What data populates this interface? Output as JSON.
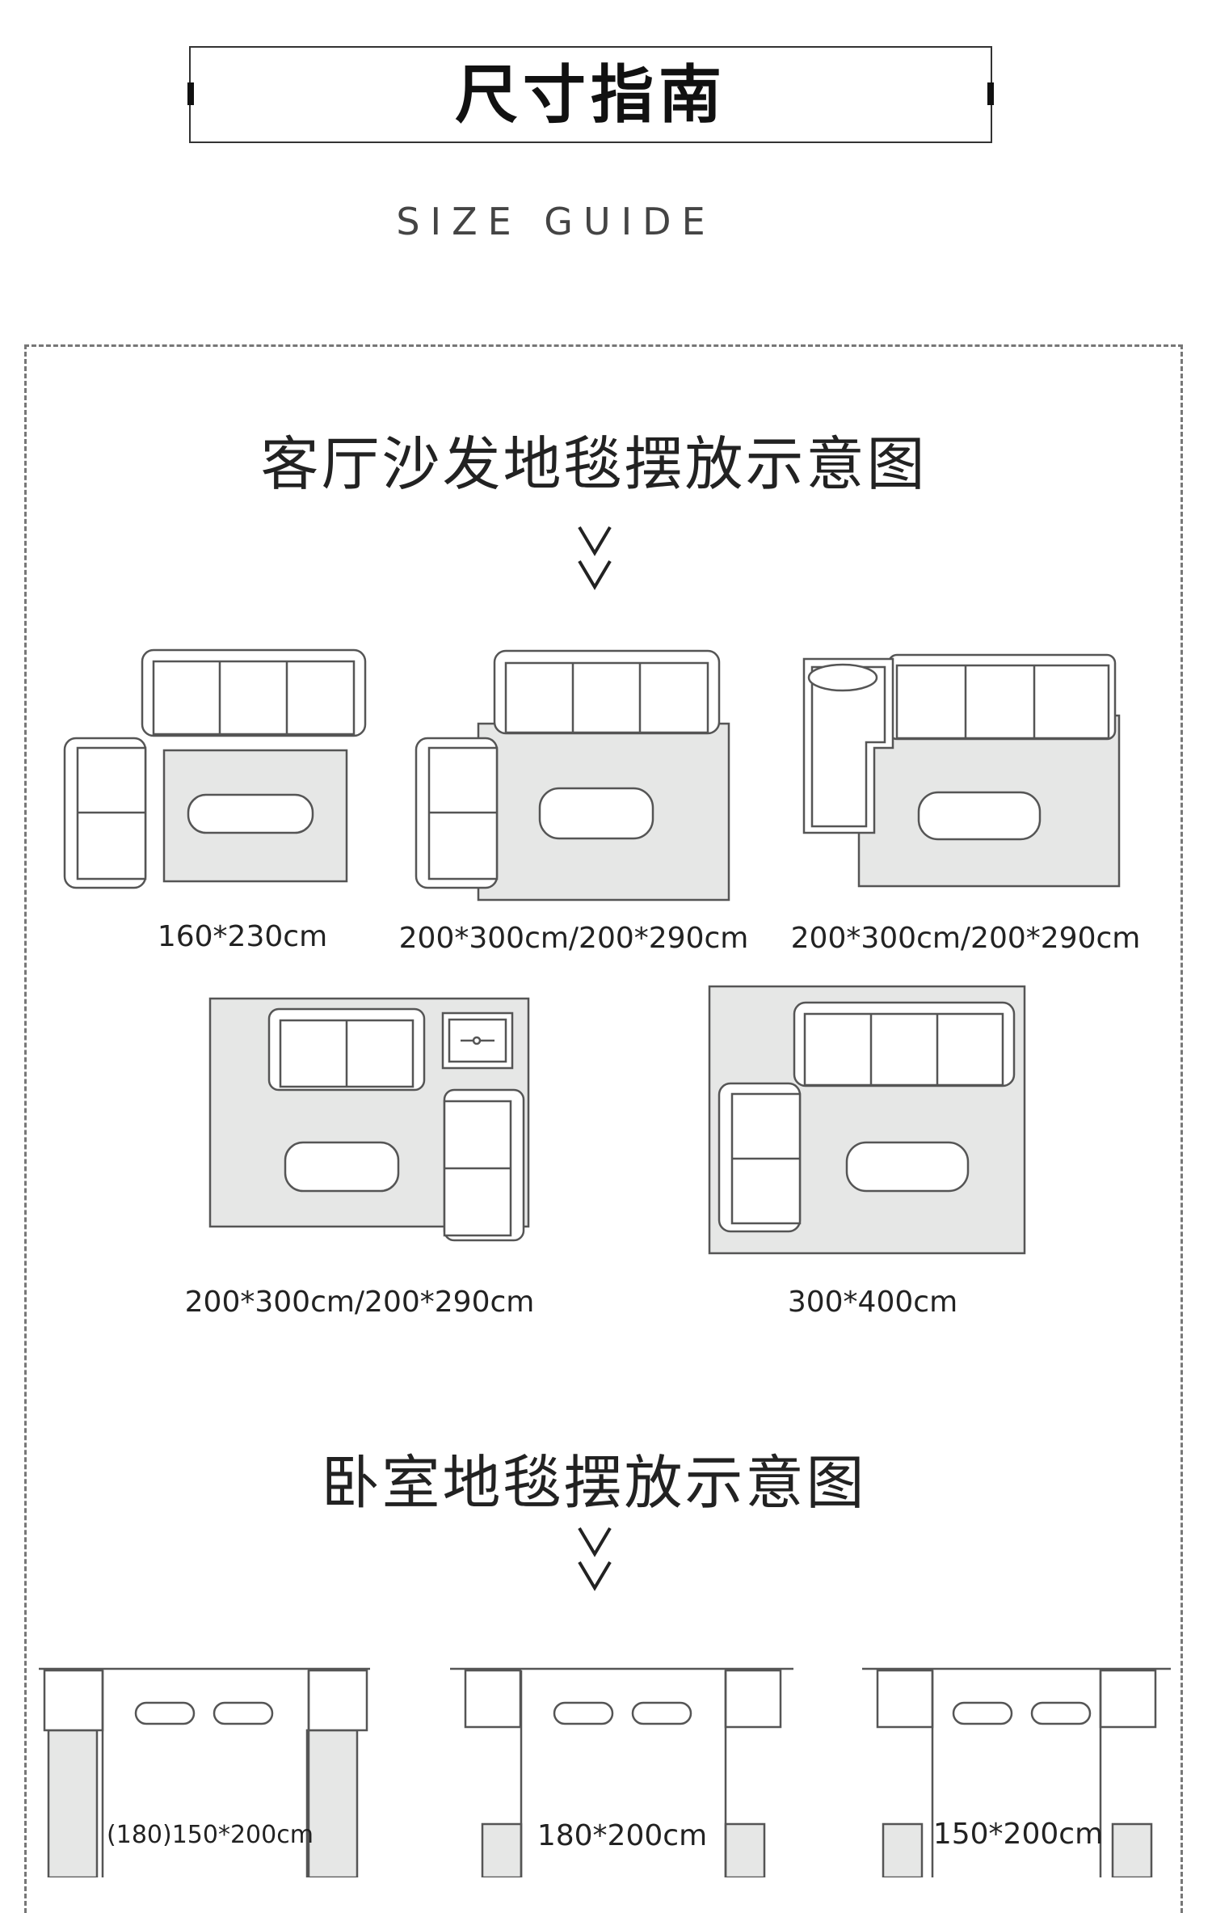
{
  "header": {
    "title": "尺寸指南",
    "subtitle": "SIZE GUIDE"
  },
  "living_room": {
    "heading": "客厅沙发地毯摆放示意图",
    "layouts": [
      {
        "size": "160*230cm"
      },
      {
        "size": "200*300cm/200*290cm"
      },
      {
        "size": "200*300cm/200*290cm"
      },
      {
        "size": "200*300cm/200*290cm"
      },
      {
        "size": "300*400cm"
      }
    ]
  },
  "bedroom": {
    "heading": "卧室地毯摆放示意图",
    "layouts": [
      {
        "size": "(180)150*200cm"
      },
      {
        "size": "180*200cm"
      },
      {
        "size": "150*200cm"
      }
    ]
  },
  "colors": {
    "rug": "#e6e7e6",
    "line": "#555555",
    "border": "#777777"
  }
}
